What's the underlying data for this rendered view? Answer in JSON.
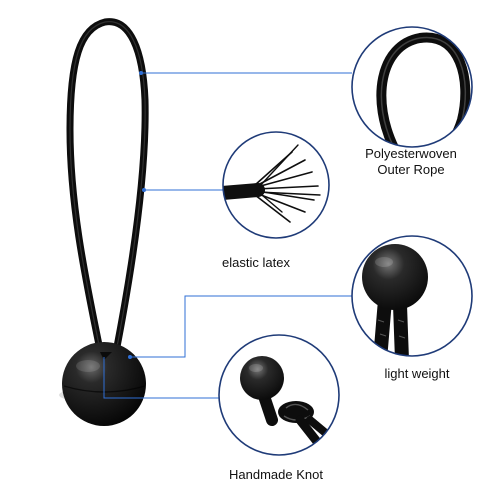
{
  "product": {
    "name": "ball-bungee-cord",
    "color": "#111111"
  },
  "accent_color": "#2f6fd6",
  "callouts": [
    {
      "id": "outer-rope",
      "lines": [
        "Polyesterwoven",
        "Outer Rope"
      ]
    },
    {
      "id": "elastic-latex",
      "lines": [
        "elastic latex"
      ]
    },
    {
      "id": "light-weight",
      "lines": [
        "light weight"
      ]
    },
    {
      "id": "handmade-knot",
      "lines": [
        "Handmade Knot"
      ]
    }
  ]
}
